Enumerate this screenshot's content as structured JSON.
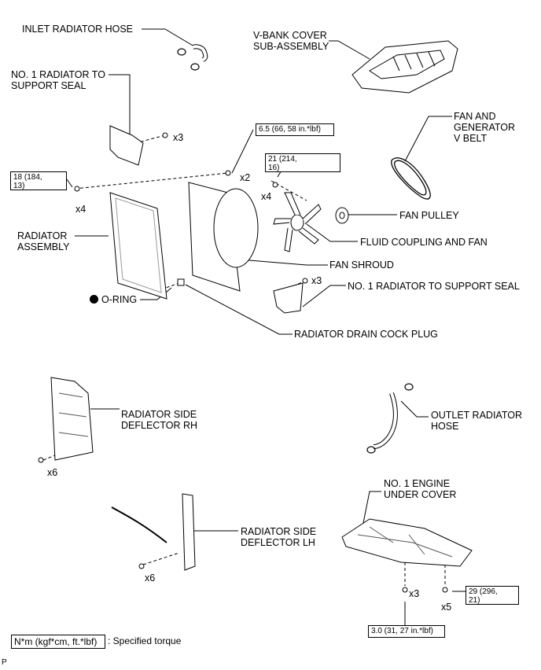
{
  "labels": {
    "inlet_radiator_hose": "INLET RADIATOR HOSE",
    "vbank_cover": "V-BANK COVER\nSUB-ASSEMBLY",
    "no1_radiator_seal_top": "NO. 1 RADIATOR TO\nSUPPORT SEAL",
    "fan_generator_belt": "FAN AND\nGENERATOR\nV BELT",
    "radiator_assembly": "RADIATOR\nASSEMBLY",
    "fan_pulley": "FAN PULLEY",
    "fluid_coupling_fan": "FLUID COUPLING AND FAN",
    "fan_shroud": "FAN SHROUD",
    "no1_radiator_seal_right": "NO. 1 RADIATOR TO SUPPORT SEAL",
    "o_ring": "O-RING",
    "drain_cock_plug": "RADIATOR DRAIN COCK PLUG",
    "side_deflector_rh": "RADIATOR SIDE\nDEFLECTOR RH",
    "outlet_radiator_hose": "OUTLET RADIATOR\nHOSE",
    "no1_engine_under_cover": "NO. 1 ENGINE\nUNDER COVER",
    "side_deflector_lh": "RADIATOR SIDE\nDEFLECTOR LH"
  },
  "torques": {
    "t_6_5": "6.5 (66, 58 in.*lbf)",
    "t_21": "21 (214,\n16)",
    "t_18": "18 (184,\n13)",
    "t_29": "29 (296,\n21)",
    "t_3_0": "3.0 (31, 27 in.*lbf)"
  },
  "quantities": {
    "seal_top": "x3",
    "shroud_bolts": "x2",
    "fan_nuts": "x4",
    "radiator_bolts": "x4",
    "seal_right": "x3",
    "deflector_rh": "x6",
    "deflector_lh": "x6",
    "under_cover_front": "x3",
    "under_cover_rear": "x5"
  },
  "legend": {
    "box": "N*m (kgf*cm, ft.*lbf)",
    "text": ": Specified torque"
  },
  "corner_mark": "P"
}
